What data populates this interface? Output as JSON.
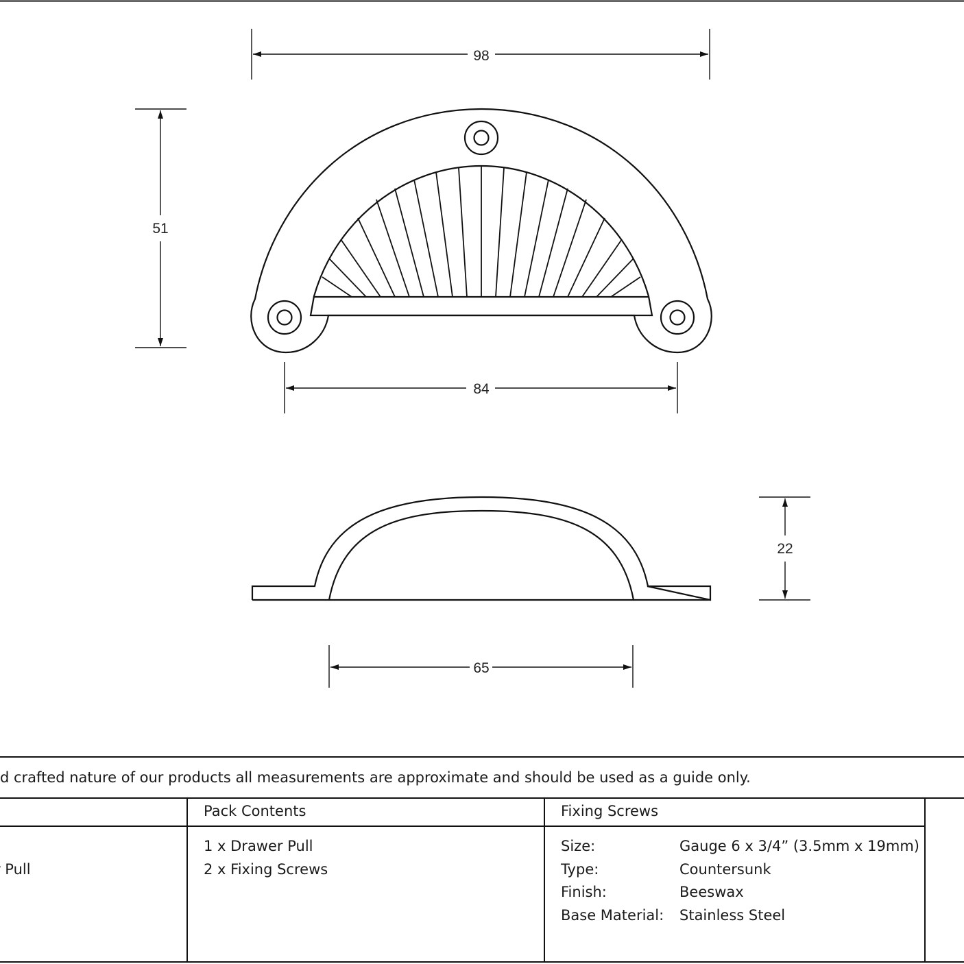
{
  "dimensions": {
    "top_width": "98",
    "height": "51",
    "hole_centres": "84",
    "bottom_width": "65",
    "depth": "22"
  },
  "disclaimer": "d crafted nature of our products all measurements are approximate and should be used as a guide only.",
  "table": {
    "col1_value": "r Pull",
    "pack_contents": {
      "header": "Pack Contents",
      "items": [
        "1 x Drawer Pull",
        "2 x Fixing Screws"
      ]
    },
    "fixing_screws": {
      "header": "Fixing Screws",
      "rows": [
        {
          "label": "Size:",
          "value": "Gauge 6 x 3/4” (3.5mm x 19mm)"
        },
        {
          "label": "Type:",
          "value": "Countersunk"
        },
        {
          "label": "Finish:",
          "value": "Beeswax"
        },
        {
          "label": "Base Material:",
          "value": "Stainless Steel"
        }
      ]
    }
  }
}
